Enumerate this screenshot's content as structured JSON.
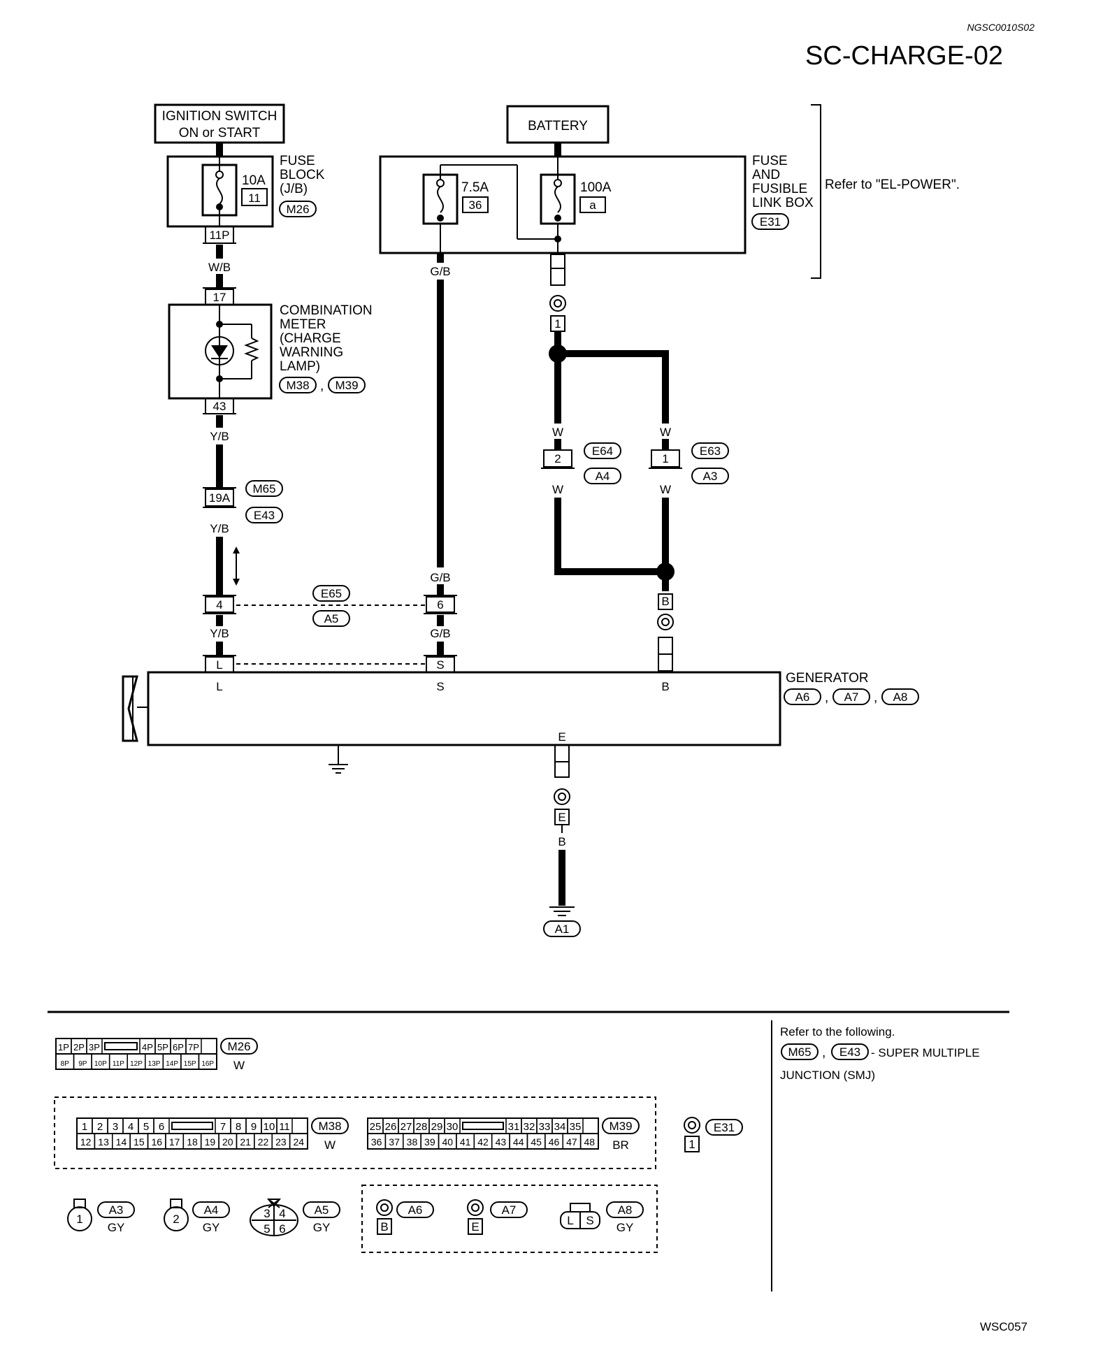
{
  "doc_code": "NGSC0010S02",
  "title": "SC-CHARGE-02",
  "figure_id": "WSC057",
  "blocks": {
    "ignition_switch": [
      "IGNITION SWITCH",
      "ON or START"
    ],
    "battery": "BATTERY",
    "fuse_block": {
      "label": [
        "FUSE",
        "BLOCK",
        "(J/B)"
      ],
      "rating": "10A",
      "fuse_no": "11",
      "connector": "M26",
      "terminal": "11P"
    },
    "fuse_link_box": {
      "label": [
        "FUSE",
        "AND",
        "FUSIBLE",
        "LINK BOX"
      ],
      "connector": "E31",
      "fuse1_rating": "7.5A",
      "fuse1_no": "36",
      "fuse2_rating": "100A",
      "fuse2_no": "a"
    },
    "refer_power": "Refer to \"EL-POWER\".",
    "combination_meter": {
      "label": [
        "COMBINATION",
        "METER",
        "(CHARGE",
        "WARNING",
        "LAMP)"
      ],
      "connectors": [
        "M38",
        "M39"
      ],
      "term_in": "17",
      "term_out": "43"
    },
    "generator": {
      "label": "GENERATOR",
      "connectors": [
        "A6",
        "A7",
        "A8"
      ],
      "terminals": [
        "L",
        "S",
        "B",
        "E"
      ]
    }
  },
  "wires": {
    "wb": "W/B",
    "yb": "Y/B",
    "gb": "G/B",
    "w": "W",
    "b": "B"
  },
  "connectors": {
    "smj_m": "M65",
    "smj_e": "E43",
    "smj_term": "19A",
    "e65": "E65",
    "a5": "A5",
    "e65_term_l": "4",
    "e65_term_s": "6",
    "e64": "E64",
    "a4": "A4",
    "e64_term": "2",
    "e63": "E63",
    "a3": "A3",
    "e63_term": "1",
    "eyelet_1": "1",
    "eyelet_b": "B",
    "eyelet_e": "E",
    "ground": "A1"
  },
  "legend": {
    "refer_note": [
      "Refer to the following.",
      "- SUPER MULTIPLE",
      "JUNCTION (SMJ)"
    ],
    "refer_connectors": [
      "M65",
      "E43"
    ],
    "m26": {
      "name": "M26",
      "color": "W",
      "row1": [
        "1P",
        "2P",
        "3P",
        "4P",
        "5P",
        "6P",
        "7P"
      ],
      "row2": [
        "8P",
        "9P",
        "10P",
        "11P",
        "12P",
        "13P",
        "14P",
        "15P",
        "16P"
      ]
    },
    "m38": {
      "name": "M38",
      "color": "W",
      "row1": [
        "1",
        "2",
        "3",
        "4",
        "5",
        "6",
        "7",
        "8",
        "9",
        "10",
        "11"
      ],
      "row2": [
        "12",
        "13",
        "14",
        "15",
        "16",
        "17",
        "18",
        "19",
        "20",
        "21",
        "22",
        "23",
        "24"
      ]
    },
    "m39": {
      "name": "M39",
      "color": "BR",
      "row1": [
        "25",
        "26",
        "27",
        "28",
        "29",
        "30",
        "31",
        "32",
        "33",
        "34",
        "35"
      ],
      "row2": [
        "36",
        "37",
        "38",
        "39",
        "40",
        "41",
        "42",
        "43",
        "44",
        "45",
        "46",
        "47",
        "48"
      ]
    },
    "e31": {
      "name": "E31",
      "term": "1"
    },
    "a3": {
      "name": "A3",
      "color": "GY",
      "term": "1"
    },
    "a4": {
      "name": "A4",
      "color": "GY",
      "term": "2"
    },
    "a5": {
      "name": "A5",
      "color": "GY",
      "terms": [
        "3",
        "4",
        "5",
        "6"
      ]
    },
    "a6": {
      "name": "A6",
      "term": "B"
    },
    "a7": {
      "name": "A7",
      "term": "E"
    },
    "a8": {
      "name": "A8",
      "color": "GY",
      "terms": [
        "L",
        "S"
      ]
    }
  }
}
